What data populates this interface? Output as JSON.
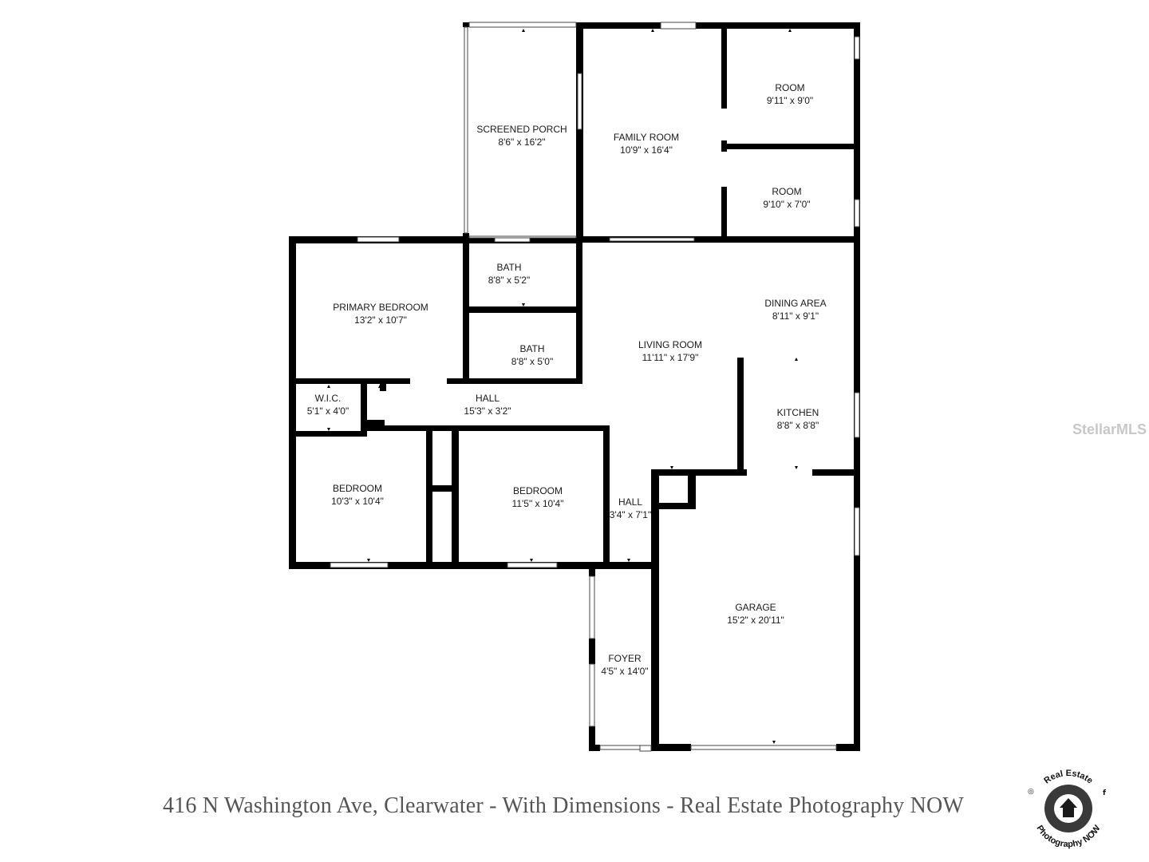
{
  "rooms": [
    {
      "key": "screened_porch",
      "name": "SCREENED PORCH",
      "dims": "8'6\" x 16'2\""
    },
    {
      "key": "family_room",
      "name": "FAMILY ROOM",
      "dims": "10'9\" x 16'4\""
    },
    {
      "key": "room_1",
      "name": "ROOM",
      "dims": "9'11\" x 9'0\""
    },
    {
      "key": "room_2",
      "name": "ROOM",
      "dims": "9'10\" x 7'0\""
    },
    {
      "key": "bath_1",
      "name": "BATH",
      "dims": "8'8\" x 5'2\""
    },
    {
      "key": "bath_2",
      "name": "BATH",
      "dims": "8'8\" x 5'0\""
    },
    {
      "key": "primary_bedroom",
      "name": "PRIMARY BEDROOM",
      "dims": "13'2\" x 10'7\""
    },
    {
      "key": "living_room",
      "name": "LIVING ROOM",
      "dims": "11'11\" x 17'9\""
    },
    {
      "key": "dining_area",
      "name": "DINING AREA",
      "dims": "8'11\" x 9'1\""
    },
    {
      "key": "wic",
      "name": "W.I.C.",
      "dims": "5'1\" x 4'0\""
    },
    {
      "key": "hall_1",
      "name": "HALL",
      "dims": "15'3\" x 3'2\""
    },
    {
      "key": "kitchen",
      "name": "KITCHEN",
      "dims": "8'8\" x 8'8\""
    },
    {
      "key": "bedroom_1",
      "name": "BEDROOM",
      "dims": "10'3\" x 10'4\""
    },
    {
      "key": "bedroom_2",
      "name": "BEDROOM",
      "dims": "11'5\" x 10'4\""
    },
    {
      "key": "hall_2",
      "name": "HALL",
      "dims": "3'4\" x 7'1\""
    },
    {
      "key": "garage",
      "name": "GARAGE",
      "dims": "15'2\" x 20'11\""
    },
    {
      "key": "foyer",
      "name": "FOYER",
      "dims": "4'5\" x 14'0\""
    }
  ],
  "caption": "416 N Washington Ave, Clearwater - With Dimensions - Real Estate Photography NOW",
  "watermark": "StellarMLS",
  "logo": {
    "top_text": "Real Estate",
    "bottom_text": "Photography NOW"
  },
  "colors": {
    "wall": "#000000",
    "text": "#1a1a1a",
    "caption": "#555555"
  }
}
